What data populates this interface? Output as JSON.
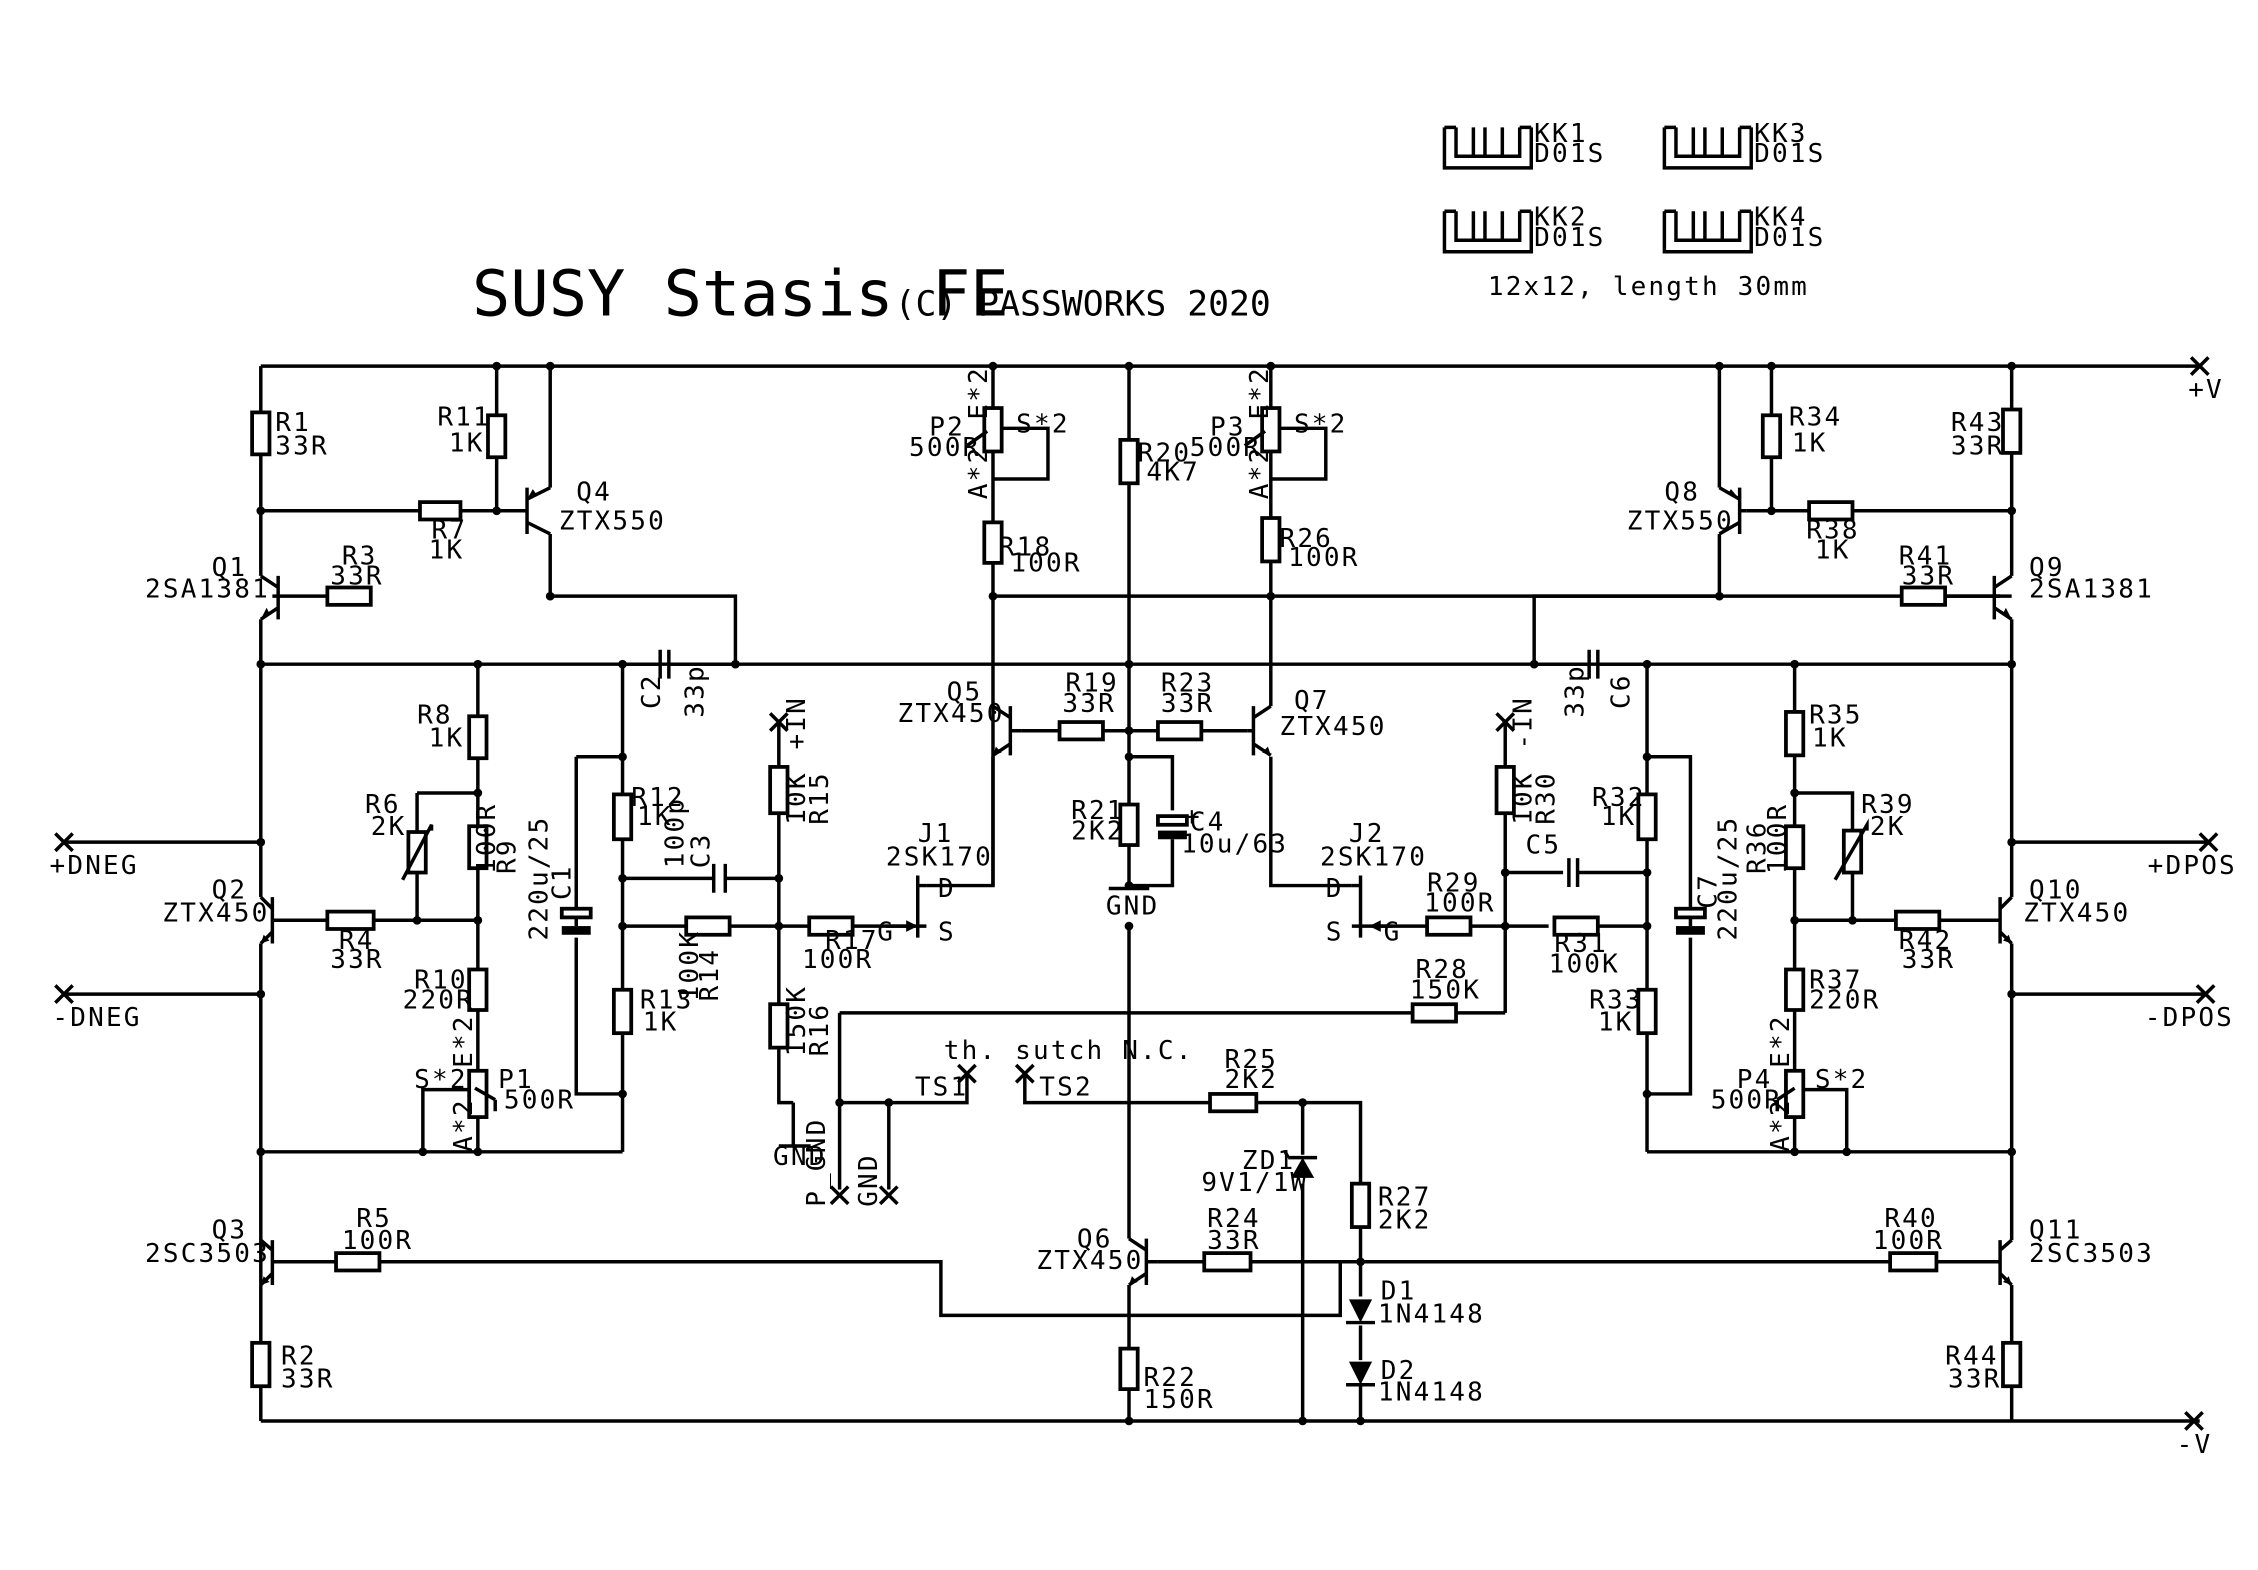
{
  "title": "SUSY Stasis FE",
  "copyright": "(C) PASSWORKS 2020",
  "heatsinks": {
    "items": [
      {
        "ref": "KK1",
        "value": "D01S"
      },
      {
        "ref": "KK3",
        "value": "D01S"
      },
      {
        "ref": "KK2",
        "value": "D01S"
      },
      {
        "ref": "KK4",
        "value": "D01S"
      }
    ],
    "note": "12x12, length 30mm"
  },
  "rails": {
    "pos": "+V",
    "neg": "-V"
  },
  "ports": {
    "in_pos": "+IN",
    "in_neg": "-IN",
    "dneg_pos": "+DNEG",
    "dneg_neg": "-DNEG",
    "dpos_pos": "+DPOS",
    "dpos_neg": "-DPOS"
  },
  "gnd_labels": {
    "g1": "GND",
    "g2": "GND",
    "g3": "GND",
    "pgnd": "P_GND"
  },
  "thermal": {
    "note": "th. sutch N.C.",
    "ts1": "TS1",
    "ts2": "TS2"
  },
  "resistors": {
    "R1": "33R",
    "R2": "33R",
    "R3": "33R",
    "R4": "33R",
    "R5": "100R",
    "R6": "2K",
    "R7": "1K",
    "R8": "1K",
    "R9": "100R",
    "R10": "220R",
    "R11": "1K",
    "R12": "1K",
    "R13": "1K",
    "R14": "100K",
    "R15": "10K",
    "R16": "150K",
    "R17": "100R",
    "R18": "100R",
    "R19": "33R",
    "R20": "4K7",
    "R21": "2K2",
    "R22": "150R",
    "R23": "33R",
    "R24": "33R",
    "R25": "2K2",
    "R26": "100R",
    "R27": "2K2",
    "R28": "150K",
    "R29": "100R",
    "R30": "10K",
    "R31": "100K",
    "R32": "1K",
    "R33": "1K",
    "R34": "1K",
    "R35": "1K",
    "R36": "100R",
    "R37": "220R",
    "R38": "1K",
    "R39": "2K",
    "R40": "100R",
    "R41": "33R",
    "R42": "33R",
    "R43": "33R",
    "R44": "33R"
  },
  "pots": {
    "P1": "500R",
    "P2": "500R",
    "P3": "500R",
    "P4": "500R"
  },
  "pot_pins": {
    "e": "E*2",
    "s": "S*2",
    "a": "A*2"
  },
  "capacitors": {
    "C1": "220u/25",
    "C2": "33p",
    "C3": "100p",
    "C4": "10u/63",
    "C5": "",
    "C6": "33p",
    "C7": "220u/25"
  },
  "transistors": {
    "Q1": "2SA1381",
    "Q2": "ZTX450",
    "Q3": "2SC3503",
    "Q4": "ZTX550",
    "Q5": "ZTX450",
    "Q6": "ZTX450",
    "Q7": "ZTX450",
    "Q8": "ZTX550",
    "Q9": "2SA1381",
    "Q10": "ZTX450",
    "Q11": "2SC3503"
  },
  "jfets": {
    "J1": "2SK170",
    "J2": "2SK170"
  },
  "jfet_pins": {
    "d": "D",
    "s": "S",
    "g": "G"
  },
  "diodes": {
    "ZD1": "9V1/1W",
    "D1": "1N4148",
    "D2": "1N4148"
  }
}
